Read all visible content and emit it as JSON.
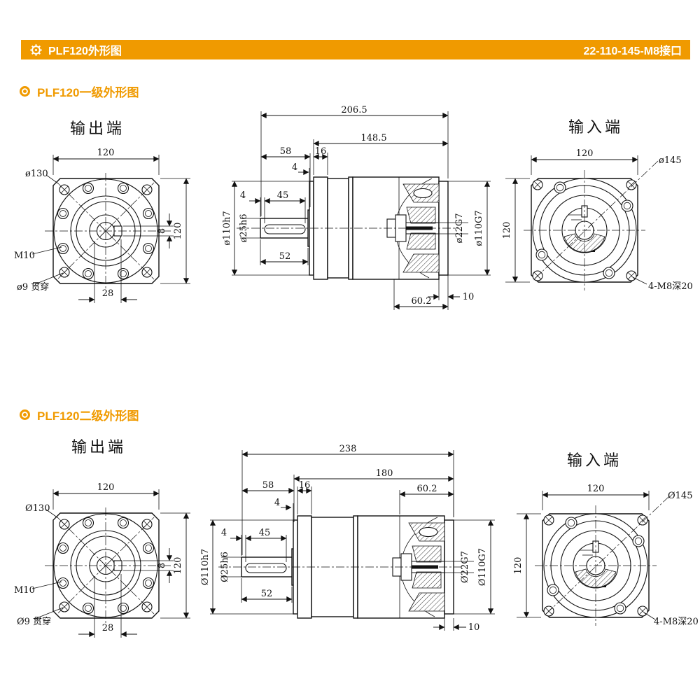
{
  "header": {
    "title": "PLF120外形图",
    "interface": "22-110-145-M8接口"
  },
  "colors": {
    "accent": "#F09A00",
    "line": "#111111"
  },
  "sections": [
    {
      "heading": "PLF120一级外形图",
      "output_label": "输出端",
      "input_label": "输入端",
      "output_view": {
        "width": "120",
        "height": "120",
        "flange_dia": "ø130",
        "thread": "M10",
        "through_hole": "ø9 贯穿",
        "key_offset": "28",
        "key_width": "8"
      },
      "side_view": {
        "overall": "206.5",
        "housing": "148.5",
        "shaft_len": "58",
        "flange_thk": "16",
        "register_thk": "4",
        "key_gap": "4",
        "key_len": "45",
        "key_total": "52",
        "shaft_dia": "ø25h6",
        "pilot_dia": "ø110h7",
        "input_bore": "ø22G7",
        "input_register": "ø110G7",
        "clamp_len": "60.2",
        "face_thk": "10"
      },
      "input_view": {
        "width": "120",
        "height": "120",
        "bolt_circle": "ø145",
        "screws": "4-M8深20"
      }
    },
    {
      "heading": "PLF120二级外形图",
      "output_label": "输出端",
      "input_label": "输入端",
      "output_view": {
        "width": "120",
        "height": "120",
        "flange_dia": "Ø130",
        "thread": "M10",
        "through_hole": "Ø9 贯穿",
        "key_offset": "28",
        "key_width": "8"
      },
      "side_view": {
        "overall": "238",
        "housing": "180",
        "shaft_len": "58",
        "flange_thk": "16",
        "register_thk": "4",
        "key_gap": "4",
        "key_len": "45",
        "key_total": "52",
        "shaft_dia": "Ø25h6",
        "pilot_dia": "Ø110h7",
        "input_bore": "Ø22G7",
        "input_register": "Ø110G7",
        "clamp_len": "60.2",
        "face_thk": "10"
      },
      "input_view": {
        "width": "120",
        "height": "120",
        "bolt_circle": "Ø145",
        "screws": "4-M8深20"
      }
    }
  ]
}
